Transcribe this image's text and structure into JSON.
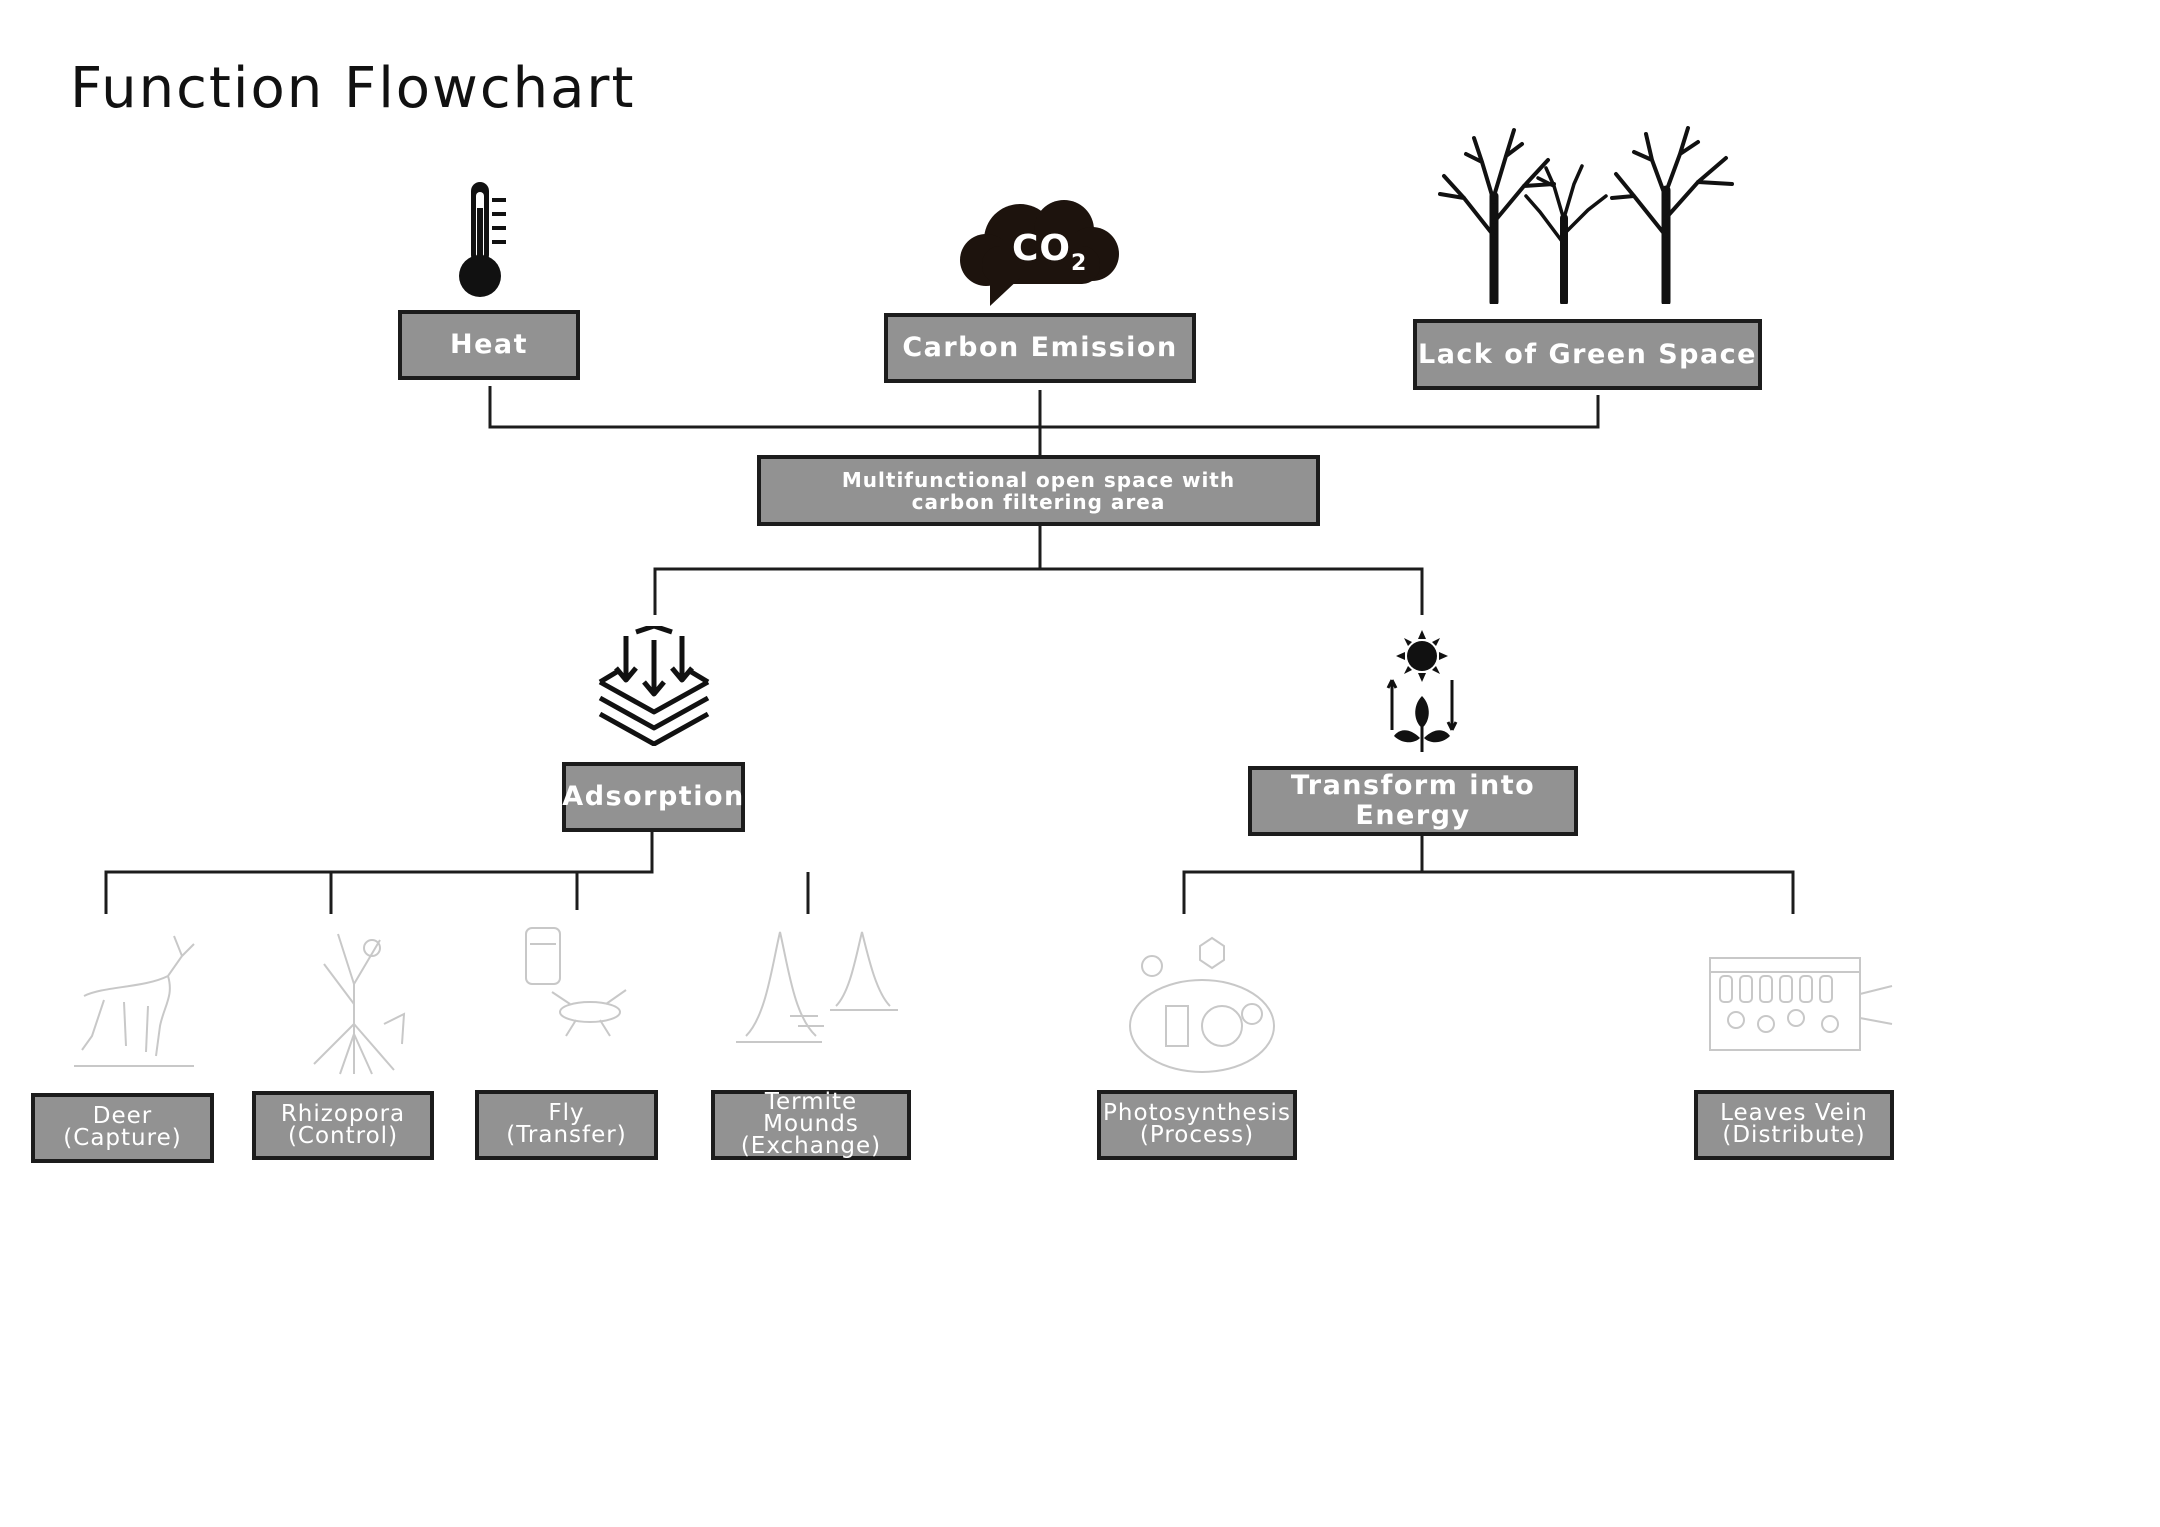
{
  "title": "Function Flowchart",
  "problems": {
    "heat": "Heat",
    "carbon": "Carbon Emission",
    "green_space": "Lack of Green Space",
    "co2_label": "CO",
    "co2_subscript": "2"
  },
  "solution": {
    "line1": "Multifunctional open space with",
    "line2": "carbon filtering area"
  },
  "strategies": {
    "adsorption": "Adsorption",
    "transform": "Transform into Energy"
  },
  "examples": {
    "deer": {
      "name": "Deer",
      "role": "(Capture)"
    },
    "rhizopora": {
      "name": "Rhizopora",
      "role": "(Control)"
    },
    "fly": {
      "name": "Fly",
      "role": "(Transfer)"
    },
    "termite": {
      "name": "Termite Mounds",
      "role": "(Exchange)"
    },
    "photosynthesis": {
      "name": "Photosynthesis",
      "role": "(Process)"
    },
    "leaves": {
      "name": "Leaves Vein",
      "role": "(Distribute)"
    }
  },
  "colors": {
    "box_fill": "#929292",
    "box_border": "#1c1c1c",
    "line": "#1c1c1c",
    "sketch": "#c8c8c8"
  },
  "icons": [
    "thermometer-icon",
    "co2-cloud-icon",
    "bare-trees-icon",
    "adsorption-layers-icon",
    "sun-plant-cycle-icon"
  ]
}
